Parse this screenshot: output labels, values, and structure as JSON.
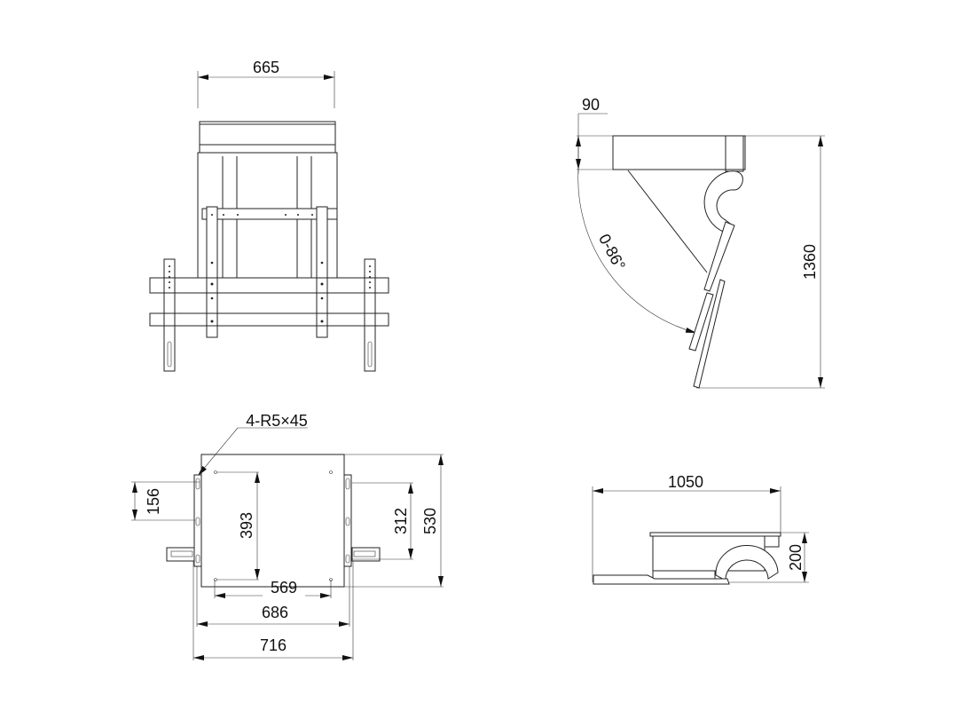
{
  "front_view": {
    "width": "665"
  },
  "side_view": {
    "offset": "90",
    "angle": "0-86°",
    "height": "1360"
  },
  "top_view": {
    "hole_note": "4-R5×45",
    "d156": "156",
    "d393": "393",
    "d312": "312",
    "d530": "530",
    "d569": "569",
    "d686": "686",
    "d716": "716"
  },
  "folded_view": {
    "length": "1050",
    "height": "200"
  },
  "colors": {
    "line": "#222222",
    "background": "#ffffff"
  }
}
